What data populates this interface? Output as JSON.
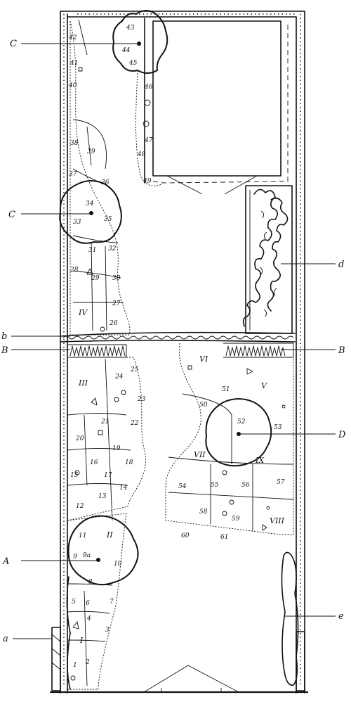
{
  "callouts": {
    "left": [
      {
        "label": "C",
        "target": "tree-top"
      },
      {
        "label": "C",
        "target": "tree-mid"
      },
      {
        "label": "b",
        "target": "gravel-band"
      },
      {
        "label": "B",
        "target": "grass-band-left"
      },
      {
        "label": "A",
        "target": "tree-low"
      },
      {
        "label": "a",
        "target": "gate-post"
      }
    ],
    "right": [
      {
        "label": "d",
        "target": "planting-bed"
      },
      {
        "label": "B",
        "target": "grass-band-right"
      },
      {
        "label": "D",
        "target": "tree-right"
      },
      {
        "label": "e",
        "target": "hedge"
      }
    ]
  },
  "stones": {
    "upper": [
      "42",
      "43",
      "44",
      "45",
      "41",
      "40",
      "46",
      "47",
      "48",
      "49",
      "38",
      "39",
      "37",
      "36",
      "34",
      "35",
      "33",
      "31",
      "32",
      "28",
      "29",
      "30",
      "27",
      "26"
    ],
    "middle": [
      "24",
      "25",
      "23",
      "21",
      "22",
      "20",
      "19",
      "16",
      "18",
      "17",
      "15",
      "14",
      "13",
      "12"
    ],
    "lower": [
      "11",
      "9a",
      "9",
      "10",
      "8",
      "5",
      "6",
      "7",
      "4",
      "3",
      "2",
      "1"
    ],
    "right": [
      "51",
      "50",
      "52",
      "53",
      "55",
      "56",
      "57",
      "54",
      "58",
      "59",
      "60",
      "61"
    ]
  },
  "sections": [
    "I",
    "II",
    "III",
    "IV",
    "V",
    "VI",
    "VII",
    "VIII",
    "IX"
  ]
}
